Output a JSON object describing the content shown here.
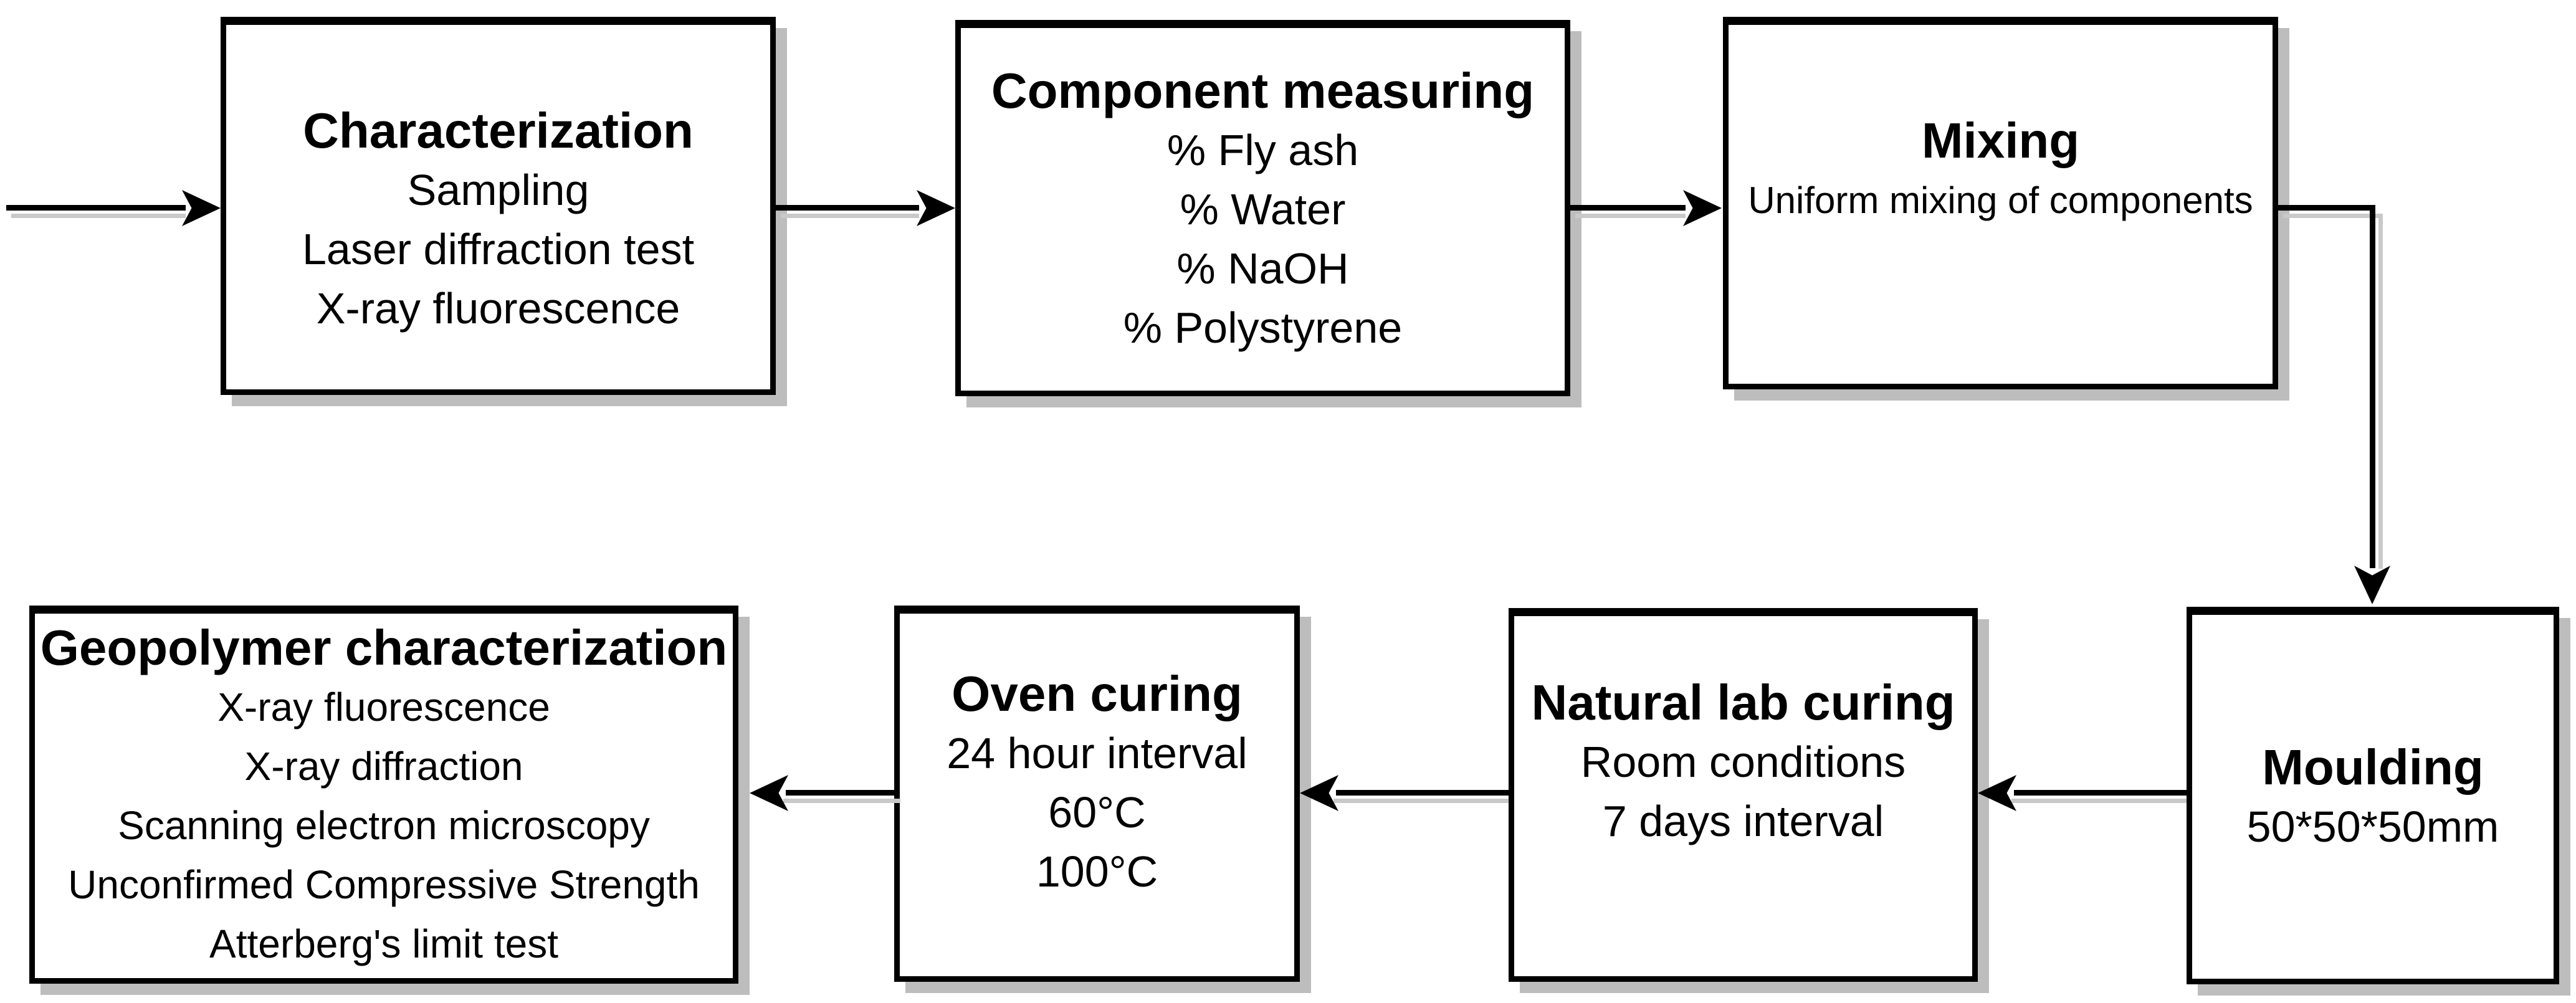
{
  "diagram_type": "process-flowchart",
  "colors": {
    "background": "#ffffff",
    "box_fill": "#ffffff",
    "box_border": "#000000",
    "text": "#000000",
    "box_shadow": "#bdbdbd",
    "line": "#000000",
    "line_shadow": "#c9c9c9"
  },
  "nodes": [
    {
      "id": "characterization",
      "title": "Characterization",
      "lines": [
        "Sampling",
        "Laser diffraction test",
        "X-ray fluorescence"
      ]
    },
    {
      "id": "component-measuring",
      "title": "Component measuring",
      "lines": [
        "% Fly ash",
        "% Water",
        "% NaOH",
        "% Polystyrene"
      ]
    },
    {
      "id": "mixing",
      "title": "Mixing",
      "lines": [
        "Uniform mixing of components"
      ]
    },
    {
      "id": "moulding",
      "title": "Moulding",
      "lines": [
        "50*50*50mm"
      ]
    },
    {
      "id": "natural-lab-curing",
      "title": "Natural lab curing",
      "lines": [
        "Room conditions",
        "7 days interval"
      ]
    },
    {
      "id": "oven-curing",
      "title": "Oven curing",
      "lines": [
        "24 hour interval",
        "60°C",
        "100°C"
      ]
    },
    {
      "id": "geopolymer-characterization",
      "title": "Geopolymer characterization",
      "lines": [
        "X-ray fluorescence",
        "X-ray diffraction",
        "Scanning electron microscopy",
        "Unconfirmed Compressive Strength",
        "Atterberg's limit test"
      ]
    }
  ],
  "edges": [
    {
      "from": "start",
      "to": "characterization",
      "direction": "right"
    },
    {
      "from": "characterization",
      "to": "component-measuring",
      "direction": "right"
    },
    {
      "from": "component-measuring",
      "to": "mixing",
      "direction": "right"
    },
    {
      "from": "mixing",
      "to": "moulding",
      "direction": "right-then-down"
    },
    {
      "from": "moulding",
      "to": "natural-lab-curing",
      "direction": "left"
    },
    {
      "from": "natural-lab-curing",
      "to": "oven-curing",
      "direction": "left"
    },
    {
      "from": "oven-curing",
      "to": "geopolymer-characterization",
      "direction": "left"
    }
  ]
}
